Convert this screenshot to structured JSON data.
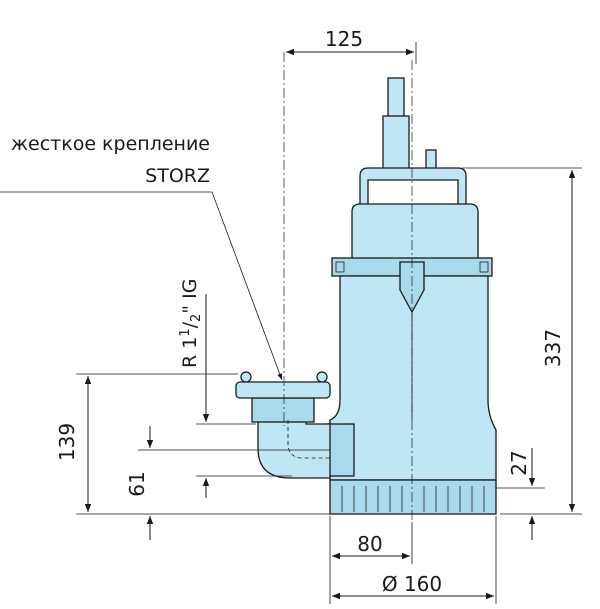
{
  "labels": {
    "mount_line1": "жесткое крепление",
    "mount_line2": "STORZ",
    "thread": "R 1½\" IG",
    "thread_main": "R 1",
    "thread_num": "1",
    "thread_den": "2",
    "thread_tail": "\" IG"
  },
  "dimensions": {
    "width_top": "125",
    "height_total": "337",
    "outlet_height": "139",
    "thread_height": "61",
    "intake_height": "27",
    "base_offset": "80",
    "diameter": "Ø 160"
  },
  "colors": {
    "pump_body": "#bfe6f5",
    "pump_shade": "#a9d9ec",
    "line": "#1a1a1a"
  }
}
